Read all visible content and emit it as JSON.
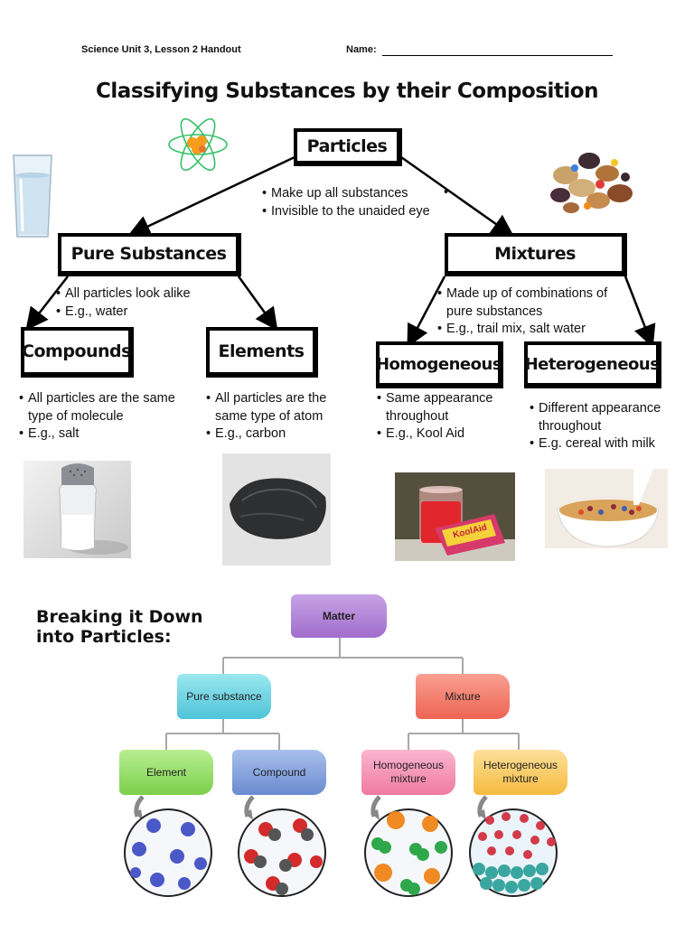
{
  "header": {
    "unit": "Science Unit 3, Lesson 2 Handout",
    "name_label": "Name:"
  },
  "title": "Classifying Substances by their Composition",
  "nodes": {
    "particles": "Particles",
    "pure": "Pure Substances",
    "mixtures": "Mixtures",
    "compounds": "Compounds",
    "elements": "Elements",
    "homogeneous": "Homogeneous",
    "heterogeneous": "Heterogeneous"
  },
  "bullets": {
    "particles": [
      "Make up all substances",
      "Invisible to the unaided eye"
    ],
    "pure": [
      "All particles look alike",
      "E.g., water"
    ],
    "mixtures": [
      "Made up of combinations of pure substances",
      "E.g., trail mix, salt water"
    ],
    "compounds": [
      "All particles are the same type of molecule",
      "E.g., salt"
    ],
    "elements": [
      "All particles are the same type of atom",
      "E.g., carbon"
    ],
    "homogeneous": [
      "Same appearance throughout",
      "E.g., Kool Aid"
    ],
    "heterogeneous": [
      "Different appearance throughout",
      "E.g. cereal with milk"
    ]
  },
  "packet_label": "KoolAid",
  "section2_title": "Breaking it Down into Particles:",
  "tree": {
    "matter": "Matter",
    "pure": "Pure substance",
    "mixture": "Mixture",
    "element": "Element",
    "compound": "Compound",
    "homogeneous": "Homogeneous mixture",
    "heterogeneous": "Heterogeneous mixture"
  },
  "colors": {
    "matter": "#a77bd0",
    "pure": "#5fd1e0",
    "mixture": "#f47a6a",
    "element": "#8fdd63",
    "compound": "#7c9cd9",
    "homogeneous": "#f48fb4",
    "heterogeneous": "#f9c85a"
  }
}
